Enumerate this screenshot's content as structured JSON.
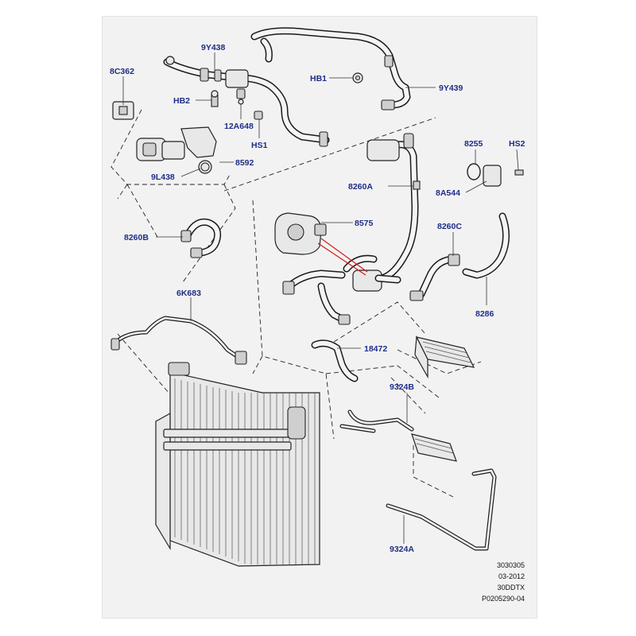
{
  "labels": {
    "l_8C362": "8C362",
    "l_9Y438": "9Y438",
    "l_HB2": "HB2",
    "l_12A648": "12A648",
    "l_HS1": "HS1",
    "l_HB1": "HB1",
    "l_9Y439": "9Y439",
    "l_8592": "8592",
    "l_9L438": "9L438",
    "l_8255": "8255",
    "l_HS2": "HS2",
    "l_8A544": "8A544",
    "l_8260A": "8260A",
    "l_8575": "8575",
    "l_8260C": "8260C",
    "l_8260B": "8260B",
    "l_8286": "8286",
    "l_6K683": "6K683",
    "l_18472": "18472",
    "l_9324B": "9324B",
    "l_9324A": "9324A"
  },
  "footer": {
    "line1": "3030305",
    "line2": "03-2012",
    "line3": "30DDTX",
    "line4": "P0205290-04"
  },
  "colors": {
    "label": "#1f2d86",
    "callout": "#d21c1c",
    "background": "#f2f2f2"
  }
}
